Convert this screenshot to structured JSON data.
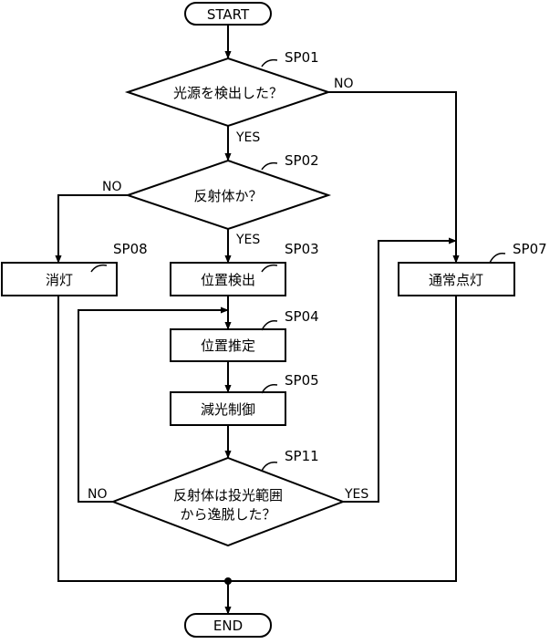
{
  "flowchart": {
    "start": "START",
    "end": "END",
    "decisions": {
      "sp01": {
        "id": "SP01",
        "question": "光源を検出した？",
        "yes": "YES",
        "no": "NO"
      },
      "sp02": {
        "id": "SP02",
        "question": "反射体か？",
        "yes": "YES",
        "no": "NO"
      },
      "sp11": {
        "id": "SP11",
        "question_line1": "反射体は投光範囲",
        "question_line2": "から逸脱した？",
        "yes": "YES",
        "no": "NO"
      }
    },
    "processes": {
      "sp03": {
        "id": "SP03",
        "label": "位置検出"
      },
      "sp04": {
        "id": "SP04",
        "label": "位置推定"
      },
      "sp05": {
        "id": "SP05",
        "label": "減光制御"
      },
      "sp07": {
        "id": "SP07",
        "label": "通常点灯"
      },
      "sp08": {
        "id": "SP08",
        "label": "消灯"
      }
    }
  }
}
